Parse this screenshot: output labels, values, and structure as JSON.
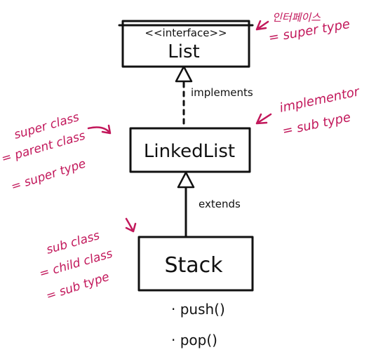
{
  "diagram": {
    "list_box": {
      "stereotype": "<<interface>>",
      "name": "List"
    },
    "linkedlist_box": {
      "name": "LinkedList"
    },
    "stack_box": {
      "name": "Stack",
      "methods": [
        "· push()",
        "· pop()"
      ]
    },
    "implements_label": "implements",
    "extends_label": "extends"
  },
  "annotations": {
    "interface_note": [
      "인터페이스",
      "= super type"
    ],
    "implementor_note": [
      "implementor",
      "= sub type"
    ],
    "super_class_note": [
      "super class",
      "= parent class",
      "= super type"
    ],
    "sub_class_note": [
      "sub class",
      "= child class",
      "= sub type"
    ]
  },
  "colors": {
    "ink": "#111111",
    "annotation": "#c2185b"
  }
}
